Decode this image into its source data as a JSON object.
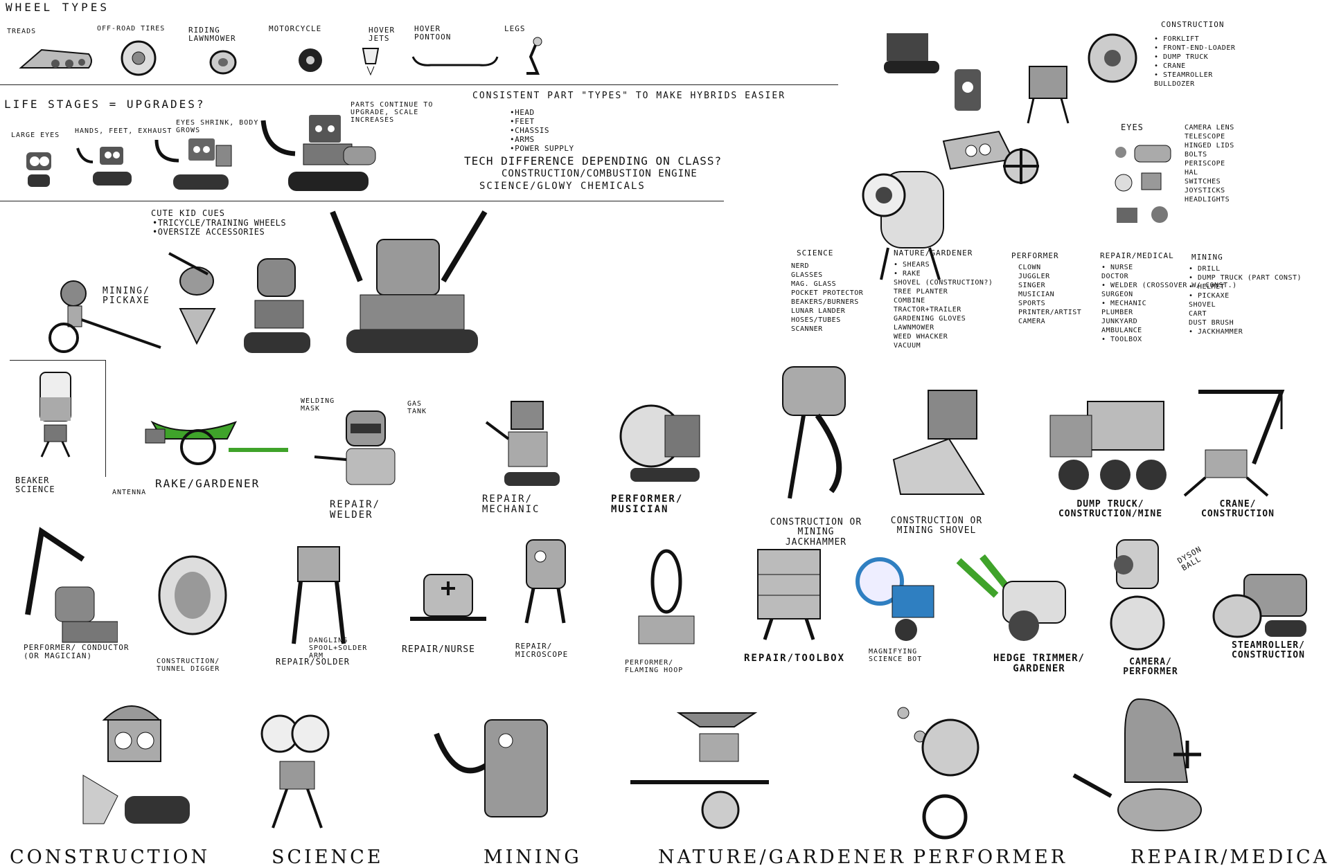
{
  "wheel_types": {
    "title": "WHEEL TYPES",
    "items": [
      "TREADS",
      "OFF-ROAD TIRES",
      "RIDING LAWNMOWER",
      "MOTORCYCLE",
      "HOVER JETS",
      "HOVER PONTOON",
      "LEGS"
    ]
  },
  "life_stages": {
    "title": "LIFE STAGES = UPGRADES?",
    "labels": [
      "LARGE EYES",
      "HANDS, FEET, EXHAUST",
      "EYES SHRINK, BODY GROWS",
      "PARTS CONTINUE TO UPGRADE, SCALE INCREASES"
    ]
  },
  "part_types": {
    "title": "CONSISTENT PART \"TYPES\" TO MAKE HYBRIDS EASIER",
    "items": [
      "•HEAD",
      "•FEET",
      "•CHASSIS",
      "•ARMS",
      "•POWER SUPPLY"
    ],
    "tech_title": "TECH DIFFERENCE DEPENDING ON CLASS?",
    "tech_items": [
      "CONSTRUCTION/COMBUSTION ENGINE",
      "SCIENCE/GLOWY CHEMICALS"
    ]
  },
  "kid_cues": {
    "title": "CUTE KID CUES",
    "items": [
      "•TRICYCLE/TRAINING WHEELS",
      "•OVERSIZE ACCESSORIES"
    ],
    "mining_label": "MINING/ PICKAXE"
  },
  "construction_list": {
    "title": "CONSTRUCTION",
    "items": [
      "• FORKLIFT",
      "• FRONT-END-LOADER",
      "• DUMP TRUCK",
      "• CRANE",
      "• STEAMROLLER",
      "BULLDOZER"
    ]
  },
  "eyes_list": {
    "title": "EYES",
    "items": [
      "CAMERA LENS",
      "TELESCOPE",
      "HINGED LIDS",
      "BOLTS",
      "PERISCOPE",
      "HAL",
      "SWITCHES",
      "JOYSTICKS",
      "HEADLIGHTS"
    ]
  },
  "class_lists": [
    {
      "title": "SCIENCE",
      "items": [
        "NERD",
        "GLASSES",
        "MAG. GLASS",
        "POCKET PROTECTOR",
        "BEAKERS/BURNERS",
        "LUNAR LANDER",
        "HOSES/TUBES",
        "SCANNER"
      ]
    },
    {
      "title": "NATURE/GARDENER",
      "items": [
        "• SHEARS",
        "• RAKE",
        "SHOVEL (CONSTRUCTION?)",
        "TREE PLANTER",
        "COMBINE",
        "TRACTOR+TRAILER",
        "GARDENING GLOVES",
        "LAWNMOWER",
        "WEED WHACKER",
        "VACUUM"
      ]
    },
    {
      "title": "PERFORMER",
      "items": [
        "CLOWN",
        "JUGGLER",
        "SINGER",
        "MUSICIAN",
        "SPORTS",
        "PRINTER/ARTIST",
        "CAMERA"
      ]
    },
    {
      "title": "REPAIR/MEDICAL",
      "items": [
        "• NURSE",
        "DOCTOR",
        "• WELDER (CROSSOVER W/ CONST.)",
        "SURGEON",
        "• MECHANIC",
        "PLUMBER",
        "JUNKYARD",
        "AMBULANCE",
        "• TOOLBOX"
      ]
    },
    {
      "title": "MINING",
      "items": [
        "• DRILL",
        "• DUMP TRUCK (PART CONST)",
        "• HELMET",
        "• PICKAXE",
        "SHOVEL",
        "CART",
        "DUST BRUSH",
        "• JACKHAMMER"
      ]
    }
  ],
  "sketch_labels": [
    "BEAKER SCIENCE",
    "RAKE/GARDENER",
    "ANTENNA",
    "REPAIR/ WELDER",
    "WELDING MASK",
    "GAS TANK",
    "REPAIR/ MECHANIC",
    "PERFORMER/ MUSICIAN",
    "CONSTRUCTION OR MINING JACKHAMMER",
    "CONSTRUCTION OR MINING SHOVEL",
    "DUMP TRUCK/ CONSTRUCTION/MINE",
    "CRANE/ CONSTRUCTION",
    "PERFORMER/ CONDUCTOR (OR MAGICIAN)",
    "CONSTRUCTION/ TUNNEL DIGGER",
    "REPAIR/SOLDER",
    "DANGLING SPOOL+SOLDER ARM",
    "REPAIR/NURSE",
    "REPAIR/ MICROSCOPE",
    "PERFORMER/ FLAMING HOOP",
    "REPAIR/TOOLBOX",
    "MAGNIFYING SCIENCE BOT",
    "HEDGE TRIMMER/ GARDENER",
    "CAMERA/ PERFORMER",
    "DYSON BALL",
    "STEAMROLLER/ CONSTRUCTION"
  ],
  "bottom_classes": [
    "CONSTRUCTION",
    "SCIENCE",
    "MINING",
    "NATURE/GARDENER",
    "PERFORMER",
    "REPAIR/MEDICAL"
  ],
  "colors": {
    "ink": "#111111",
    "robot_gray": "#8a8a8a",
    "robot_light": "#c8c8c8",
    "accent_green": "#3fa32a",
    "accent_blue": "#2f7fc1"
  }
}
